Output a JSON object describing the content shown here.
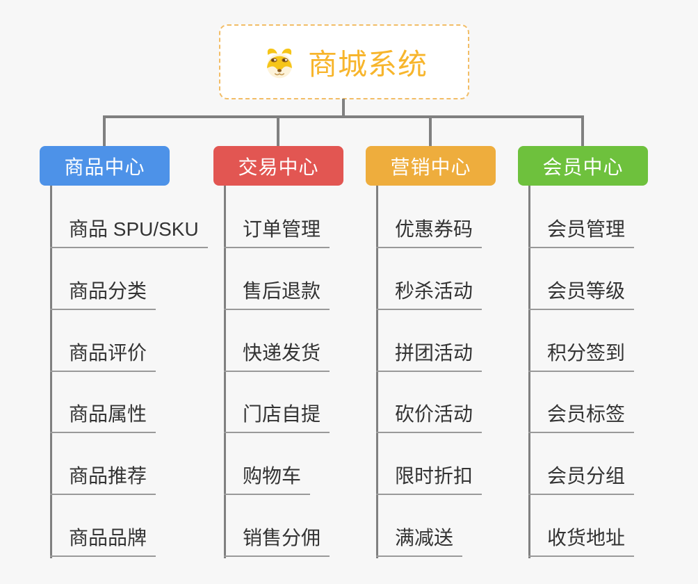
{
  "root": {
    "title": "商城系统",
    "icon": "shiba-dog-icon",
    "title_color": "#f7b52c",
    "border_color": "#f2bd66",
    "background": "#ffffff"
  },
  "branches": [
    {
      "label": "商品中心",
      "color": "#4d92e8",
      "items": [
        "商品 SPU/SKU",
        "商品分类",
        "商品评价",
        "商品属性",
        "商品推荐",
        "商品品牌"
      ]
    },
    {
      "label": "交易中心",
      "color": "#e25652",
      "items": [
        "订单管理",
        "售后退款",
        "快递发货",
        "门店自提",
        "购物车",
        "销售分佣"
      ]
    },
    {
      "label": "营销中心",
      "color": "#eead3d",
      "items": [
        "优惠券码",
        "秒杀活动",
        "拼团活动",
        "砍价活动",
        "限时折扣",
        "满减送"
      ]
    },
    {
      "label": "会员中心",
      "color": "#6ec13d",
      "items": [
        "会员管理",
        "会员等级",
        "积分签到",
        "会员标签",
        "会员分组",
        "收货地址"
      ]
    }
  ],
  "colors": {
    "page_background": "#f7f7f7",
    "connector": "#808080",
    "item_underline": "#999999",
    "item_text": "#333333",
    "header_text": "#ffffff"
  }
}
